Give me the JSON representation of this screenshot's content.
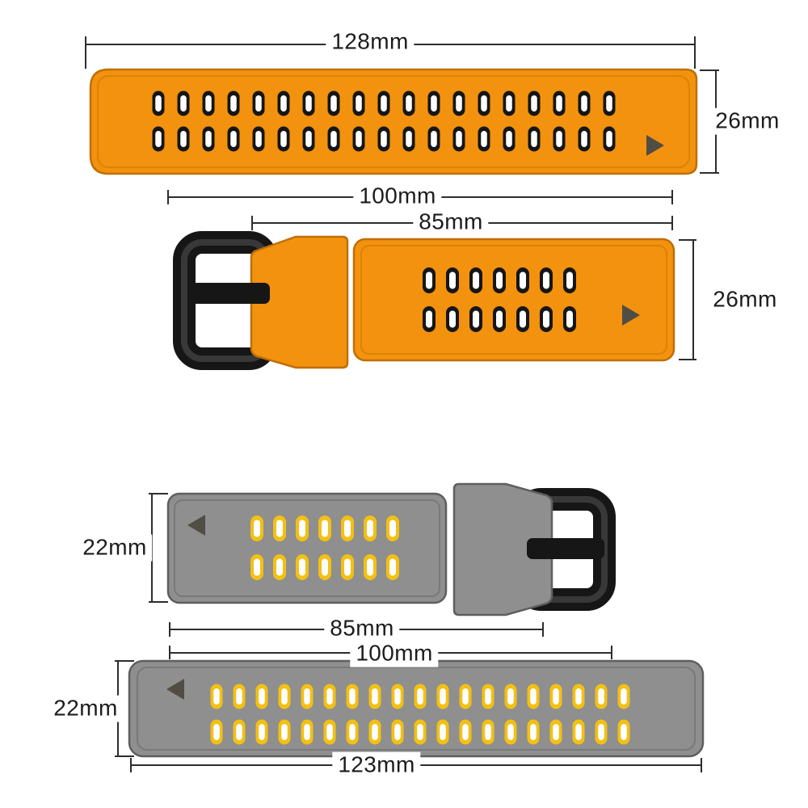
{
  "diagram": {
    "kind": "watch-band-dimension-diagram",
    "background": "#FFFFFF",
    "colors": {
      "orange": "#F2920E",
      "orange_edge": "#C06E05",
      "gray": "#8F8F8F",
      "gray_edge": "#5F5F5F",
      "yellow": "#F3C013",
      "black": "#161616",
      "white": "#FFFFFF",
      "line": "#2D2D2D",
      "marker": "#504E44",
      "buckle_highlight": "#5A5A5A"
    },
    "straps": [
      {
        "name": "orange-long-band",
        "band_color": "orange",
        "hole_ring": "black",
        "hole_rows": 2,
        "hole_cols": 19,
        "labels": {
          "length": "128mm",
          "width": "26mm"
        }
      },
      {
        "name": "orange-buckle-band",
        "band_color": "orange",
        "hole_ring": "black",
        "hole_rows": 2,
        "hole_cols": 7,
        "labels": {
          "overall": "100mm",
          "band": "85mm",
          "width": "26mm"
        }
      },
      {
        "name": "gray-buckle-band",
        "band_color": "gray",
        "hole_ring": "yellow",
        "hole_rows": 2,
        "hole_cols": 7,
        "labels": {
          "width": "22mm",
          "band": "85mm",
          "overall": "100mm"
        }
      },
      {
        "name": "gray-long-band",
        "band_color": "gray",
        "hole_ring": "yellow",
        "hole_rows": 2,
        "hole_cols": 19,
        "labels": {
          "width": "22mm",
          "length": "123mm"
        }
      }
    ]
  }
}
